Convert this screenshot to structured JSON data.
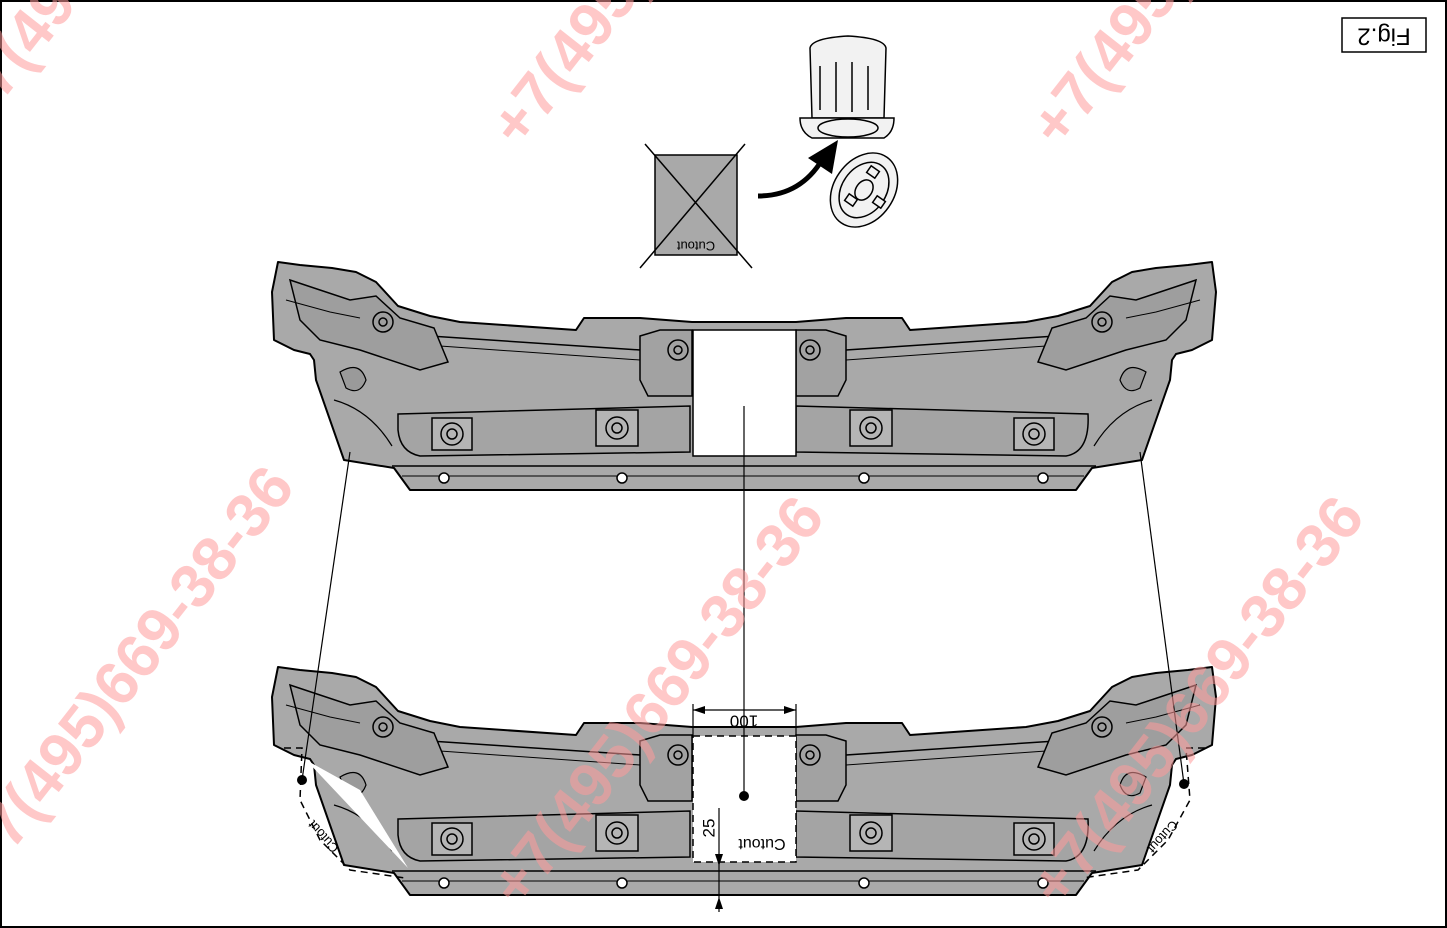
{
  "figure": {
    "label": "Fig.2",
    "orientation": "rotated 180 degrees (upside down)"
  },
  "labels": {
    "cutout_x_box": "Cutout",
    "cutout_center": "Cutout",
    "cutout_left": "Cutout",
    "cutout_right": "Cutout"
  },
  "dimensions": {
    "width": "100",
    "height": "25"
  },
  "watermark": {
    "text": "+7(495)669-38-36",
    "color": "#ff9a9a"
  },
  "colors": {
    "part_fill": "#a9a9a9",
    "part_fill_dark": "#8f8f8f",
    "line": "#000000",
    "background": "#ffffff"
  },
  "icons": {
    "x_box": "crossed-out-rectangle-icon",
    "arrow": "curved-arrow-icon",
    "clip": "plastic-clip-icon"
  }
}
